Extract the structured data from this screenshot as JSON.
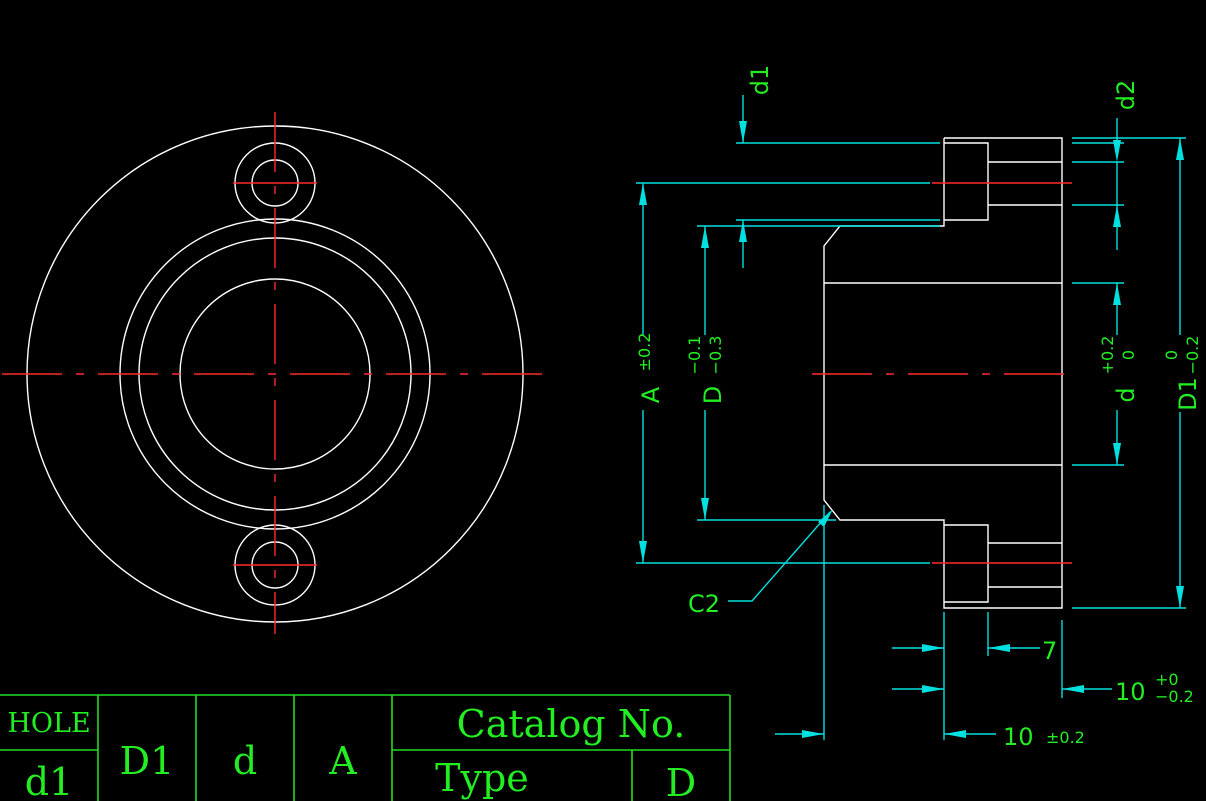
{
  "colors": {
    "background": "#000000",
    "outline": "#ffffff",
    "centerline": "#ff2a2a",
    "dimension": "#00e0e0",
    "text": "#22ee22"
  },
  "dimensions": {
    "d1": "d1",
    "d2": "d2",
    "A": "A",
    "A_tol": "±0.2",
    "D": "D",
    "D_tol_upper": "−0.1",
    "D_tol_lower": "−0.3",
    "d": "d",
    "d_tol_upper": "+0.2",
    "d_tol_lower": "0",
    "D1": "D1",
    "D1_tol_upper": "0",
    "D1_tol_lower": "−0.2",
    "chamfer": "C2",
    "seven": "7",
    "ten_a": "10",
    "ten_a_tol_upper": "+0",
    "ten_a_tol_lower": "−0.2",
    "ten_b": "10",
    "ten_b_tol": "±0.2"
  },
  "table": {
    "hole_header": "HOLE",
    "hole_sub": "d1",
    "col_D1": "D1",
    "col_d": "d",
    "col_A": "A",
    "catalog": "Catalog No.",
    "type": "Type",
    "type_D": "D"
  }
}
